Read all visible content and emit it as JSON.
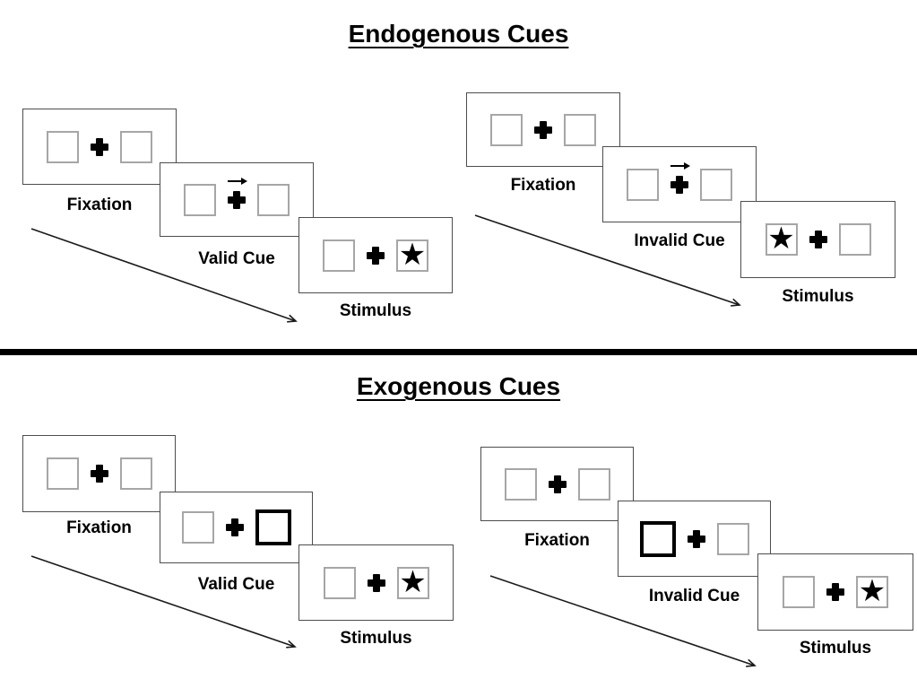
{
  "diagram": {
    "endogenous": {
      "title": "Endogenous Cues",
      "valid_sequence": {
        "fixation": "Fixation",
        "cue": "Valid Cue",
        "stimulus": "Stimulus"
      },
      "invalid_sequence": {
        "fixation": "Fixation",
        "cue": "Invalid Cue",
        "stimulus": "Stimulus"
      }
    },
    "exogenous": {
      "title": "Exogenous Cues",
      "valid_sequence": {
        "fixation": "Fixation",
        "cue": "Valid Cue",
        "stimulus": "Stimulus"
      },
      "invalid_sequence": {
        "fixation": "Fixation",
        "cue": "Invalid Cue",
        "stimulus": "Stimulus"
      }
    },
    "glyphs": {
      "star": "★"
    },
    "colors": {
      "panel_border": "#4d4d4d",
      "box_border": "#a6a6a6",
      "cue_box_border": "#000000",
      "divider": "#000000",
      "ink": "#000000"
    }
  }
}
